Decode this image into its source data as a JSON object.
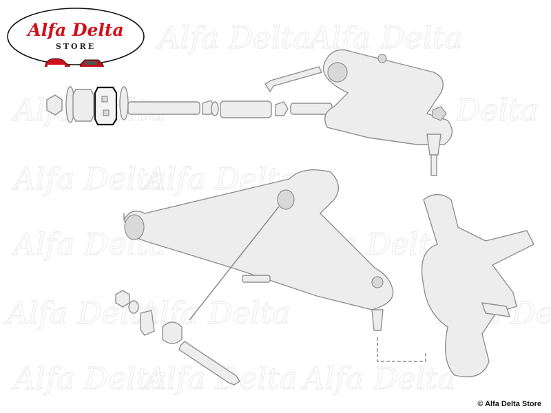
{
  "logo": {
    "brand": "Alfa Delta",
    "sub": "STORE"
  },
  "watermark": "Alfa Delta",
  "copyright": "© Alfa Delta Store",
  "colors": {
    "brand_red": "#d0101a",
    "line_grey": "#8f8f8f",
    "highlight": "#111111"
  }
}
